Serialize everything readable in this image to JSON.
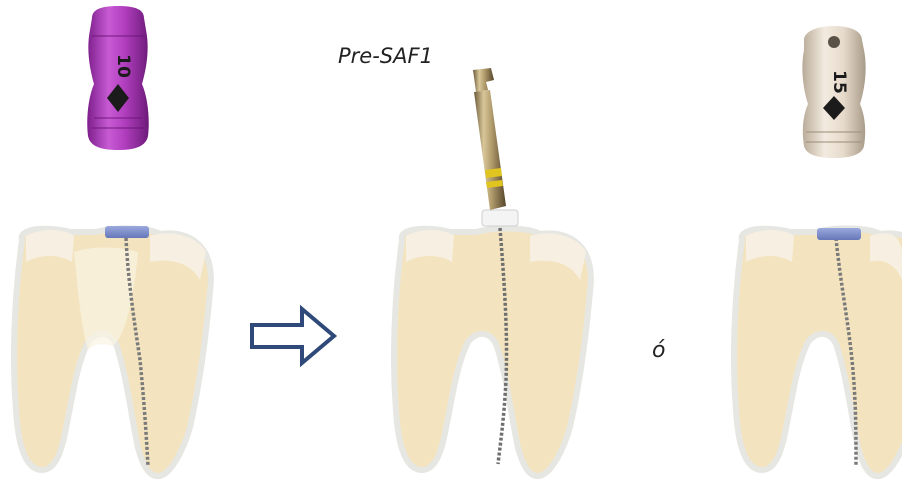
{
  "labels": {
    "pre_saf": "Pre-SAF1",
    "or_text": "ó"
  },
  "instruments": {
    "left_handle_number": "10",
    "right_handle_number": "15"
  },
  "icons": {
    "arrow": "right-arrow-icon",
    "tooth": "tooth-icon",
    "file": "endodontic-file-icon"
  },
  "colors": {
    "tooth_fill": "#f3e4bf",
    "tooth_outline": "#e6e6e2",
    "handle_purple": "#b23fbf",
    "handle_ivory": "#ece2d4",
    "stopper_blue": "#7e90cf",
    "arrow_stroke": "#2f4a7a"
  }
}
